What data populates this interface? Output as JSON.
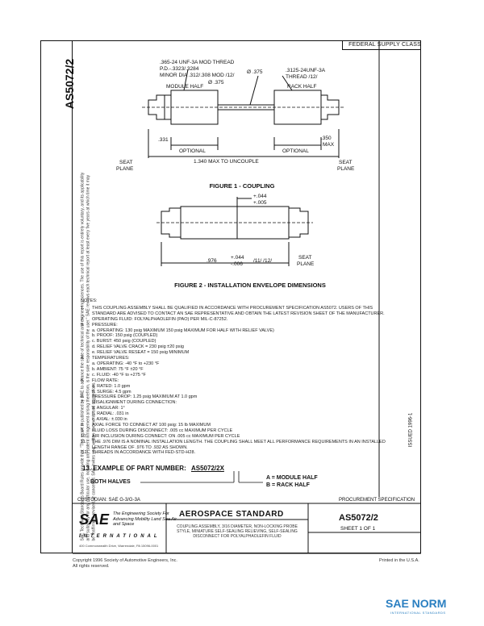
{
  "header": {
    "supply_class": "FEDERAL SUPPLY CLASS"
  },
  "doc": {
    "id": "AS5072/2",
    "issued": "ISSUED 1996-1"
  },
  "side_text": "SAE Technical Standards Board Rules provide that: \"This report is published by SAE to advance the state of technical and engineering sciences. The use of this report is entirely voluntary, and its applicability and suitability for any particular use, including any patent infringement arising therefrom, is the sole responsibility of the user.\" SAE reviews each technical report at least every five years at which time it may be reaffirmed, revised, or cancelled. SAE invites your written comments and suggestions.",
  "figure1": {
    "title": "FIGURE 1 - COUPLING",
    "labels": {
      "thread_left": ".365-24 UNF-3A MOD THREAD",
      "pd": "P.D.-.3323/.3284",
      "minor": "MINOR DIA .312/.308 MOD /12/",
      "dia375b": "Ø .375",
      "dia375a": "Ø .375",
      "thread_right": ".3125-24UNF-3A",
      "thread_right2": "THREAD /12/",
      "module_half": "MODULE HALF",
      "rack_half": "RACK HALF",
      "d331": ".331",
      "d350": ".350",
      "max": "MAX",
      "optional_l": "OPTIONAL",
      "optional_r": "OPTIONAL",
      "seat_l": "SEAT",
      "plane_l": "PLANE",
      "seat_r": "SEAT",
      "plane_r": "PLANE",
      "overall": "1.340 MAX TO UNCOUPLE"
    }
  },
  "figure2": {
    "title": "FIGURE 2 - INSTALLATION ENVELOPE DIMENSIONS",
    "labels": {
      "tol_top1": "+.044",
      "tol_top2": "+.005",
      "len": ".976",
      "tol_b1": "+.044",
      "tol_b2": "-.006",
      "notes": "/11/ /12/",
      "seat": "SEAT",
      "plane": "PLANE"
    }
  },
  "notes": {
    "heading": "NOTES:",
    "items": [
      {
        "n": "1.",
        "t": "THIS COUPLING ASSEMBLY SHALL BE QUALIFIED IN ACCORDANCE WITH PROCUREMENT SPECIFICATION AS5072. USERS OF THIS"
      },
      {
        "n": "",
        "t": "STANDARD ARE ADVISED TO CONTACT AN SAE REPRESENTATIVE AND OBTAIN THE LATEST REVISION SHEET OF THE MANUFACTURER."
      },
      {
        "n": "2.",
        "t": "OPERATING FLUID: FOLYALPHAOLEFIN (PAO) PER MIL-C-87252."
      },
      {
        "n": "3.",
        "t": "PRESSURE:"
      },
      {
        "n": "",
        "t": "a.  OPERATING: 130 psig MAXIMUM 150 psig MAXIMUM FOR HALF WITH RELIEF VALVE)"
      },
      {
        "n": "",
        "t": "b.  PROOF: 150 psig (COUPLED)"
      },
      {
        "n": "",
        "t": "c.  BURST: 450 psig (COUPLED)"
      },
      {
        "n": "",
        "t": "d.  RELIEF VALVE CRACK = 230 psig ±20 psig"
      },
      {
        "n": "",
        "t": "e.  RELIEF VALVE RESEAT = 150 psig MINIMUM"
      },
      {
        "n": "4.",
        "t": "TEMPERATURES:"
      },
      {
        "n": "",
        "t": "a.  OPERATING: -40 °F to +230 °F"
      },
      {
        "n": "",
        "t": "b.  AMBIENT: 75 °F ±20 °F"
      },
      {
        "n": "",
        "t": "c.  FLUID: -40 °F to +275 °F"
      },
      {
        "n": "5.",
        "t": "FLOW RATE:"
      },
      {
        "n": "",
        "t": "a.  RATED: 1.0 gpm"
      },
      {
        "n": "",
        "t": "b.  SURGE: 4.5 gpm"
      },
      {
        "n": "6.",
        "t": "PRESSURE DROP: 1.25 psig MAXIMUM AT 1.0 gpm"
      },
      {
        "n": "7.",
        "t": "MISALIGNMENT DURING CONNECTION:"
      },
      {
        "n": "",
        "t": "a.  ANGULAR: 1°"
      },
      {
        "n": "",
        "t": "b.  RADIAL: .031 in"
      },
      {
        "n": "",
        "t": "c.  AXIAL: ±.030 in"
      },
      {
        "n": "8.",
        "t": "AXIAL FORCE TO CONNECT AT 100 psig: 15 lb MAXIMUM"
      },
      {
        "n": "9.",
        "t": "FLUID LOSS DURING DISCONNECT: .005 cc MAXIMUM PER CYCLE"
      },
      {
        "n": "10.",
        "t": "AIR INCLUSION DURING CONNECT: ON .005 cc MAXIMUM PER CYCLE"
      },
      {
        "n": "11.",
        "t": "THE .976 DIM IS A NOMINAL INSTALLATION LENGTH. THE COUPLING SHALL MEET ALL PERFORMANCE REQUIREMENTS IN AN INSTALLED"
      },
      {
        "n": "",
        "t": "LENGTH RANGE OF .976 TO .932 AS SHOWN."
      },
      {
        "n": "/12/",
        "t": "THREADS IN ACCORDANCE WITH FED-STD-H28."
      }
    ]
  },
  "example": {
    "heading": "13.   EXAMPLE OF PART NUMBER:",
    "pn": "AS5072/2X",
    "both": "BOTH HALVES",
    "a": "A = MODULE HALF",
    "b": "B = RACK HALF"
  },
  "title_block": {
    "custodian": "CUSTODIAN: SAE G-3/G-3A",
    "procurement": "PROCUREMENT SPECIFICATION",
    "sae": "SAE",
    "eng_society": "The Engineering Society For Advancing Mobility Land Sea Air and Space",
    "international": "INTERNATIONAL",
    "address": "400 Commonwealth Drive, Warrendale, PA 15096-0001",
    "standard": "AEROSPACE STANDARD",
    "title": "COUPLING ASSEMBLY, 3/16 DIAMETER, NON-LOCKING PROBE STYLE, MINIATURE SELF-SEALING RELIEVING, SELF-SEALING DISCONNECT FOR POLYALPHAOLEFIN FLUID",
    "part": "AS5072/2",
    "sheet": "SHEET 1 OF 1"
  },
  "footer": {
    "copyright": "Copyright 1996 Society of Automotive Engineers, Inc.",
    "rights": "All rights reserved.",
    "printed": "Printed in the U.S.A."
  },
  "watermark": {
    "brand": "SAE NORM",
    "sub": "INTERNATIONAL STANDARDS"
  }
}
